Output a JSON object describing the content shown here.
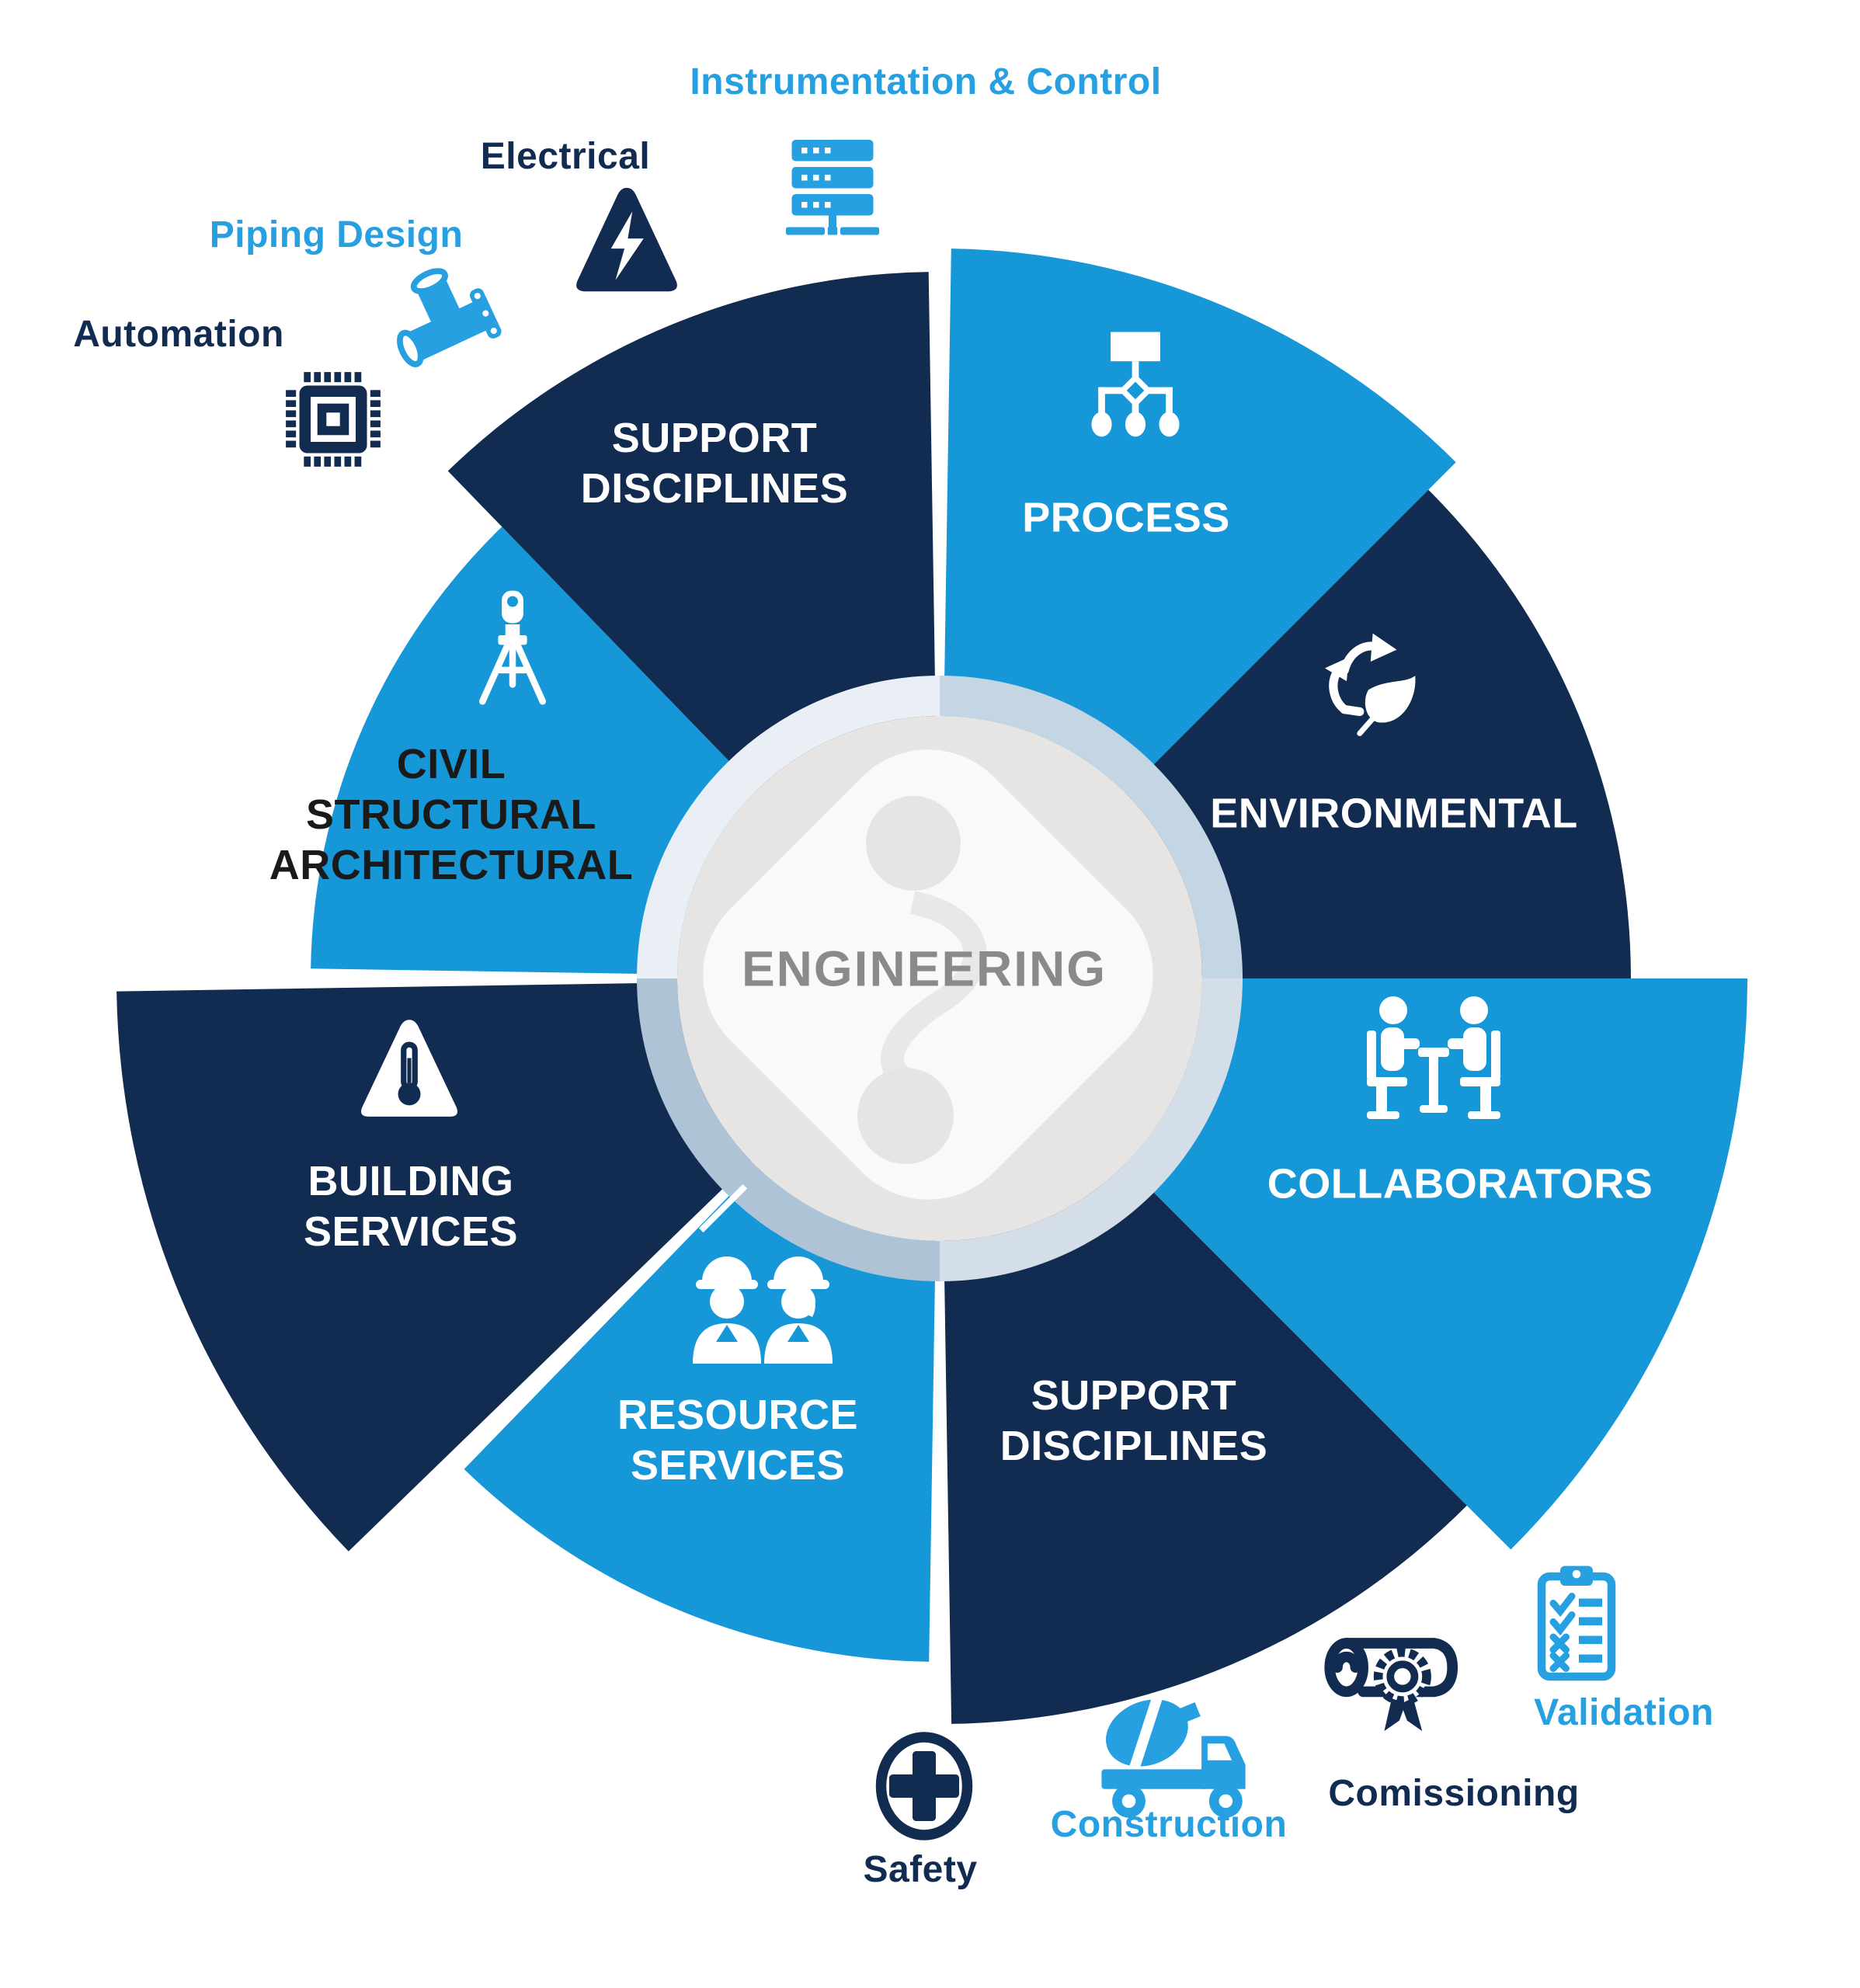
{
  "diagram_title": "ENGINEERING",
  "colors": {
    "light_blue": "#1697D8",
    "accent_blue": "#27A0E2",
    "navy": "#122B50",
    "center_gray": "#E6E5E4",
    "center_text_gray": "#8A8A8A",
    "civil_text": "#1A1A1A",
    "white": "#FFFFFF"
  },
  "wheel": {
    "center_label": "ENGINEERING",
    "sectors": [
      {
        "id": "process",
        "label": "PROCESS",
        "color": "light_blue",
        "icon": "flowchart-icon"
      },
      {
        "id": "environmental",
        "label": "ENVIRONMENTAL",
        "color": "navy",
        "icon": "recycle-leaf-icon"
      },
      {
        "id": "collaborators",
        "label": "COLLABORATORS",
        "color": "light_blue",
        "icon": "meeting-table-icon"
      },
      {
        "id": "support-disciplines-bottom",
        "label": "SUPPORT\nDISCIPLINES",
        "color": "navy",
        "icon": null
      },
      {
        "id": "resource-services",
        "label": "RESOURCE\nSERVICES",
        "color": "light_blue",
        "icon": "construction-workers-icon"
      },
      {
        "id": "building-services",
        "label": "BUILDING\nSERVICES",
        "color": "navy",
        "icon": "thermometer-warning-icon"
      },
      {
        "id": "civil-structural-architectural",
        "label": "CIVIL\nSTRUCTURAL\nARCHITECTURAL",
        "color": "light_blue",
        "icon": "surveyor-tripod-icon"
      },
      {
        "id": "support-disciplines-top",
        "label": "SUPPORT\nDISCIPLINES",
        "color": "navy",
        "icon": null
      }
    ]
  },
  "satellites": [
    {
      "id": "instrumentation-control",
      "label": "Instrumentation & Control",
      "color": "accent_blue",
      "icon": "server-rack-icon"
    },
    {
      "id": "electrical",
      "label": "Electrical",
      "color": "navy",
      "icon": "high-voltage-triangle-icon"
    },
    {
      "id": "piping-design",
      "label": "Piping Design",
      "color": "accent_blue",
      "icon": "pipe-fitting-icon"
    },
    {
      "id": "automation",
      "label": "Automation",
      "color": "navy",
      "icon": "microchip-icon"
    },
    {
      "id": "validation",
      "label": "Validation",
      "color": "accent_blue",
      "icon": "checklist-clipboard-icon"
    },
    {
      "id": "comissioning",
      "label": "Comissioning",
      "color": "navy",
      "icon": "diploma-certificate-icon"
    },
    {
      "id": "construction",
      "label": "Construction",
      "color": "accent_blue",
      "icon": "mixer-truck-icon"
    },
    {
      "id": "safety",
      "label": "Safety",
      "color": "navy",
      "icon": "first-aid-cross-icon"
    }
  ]
}
